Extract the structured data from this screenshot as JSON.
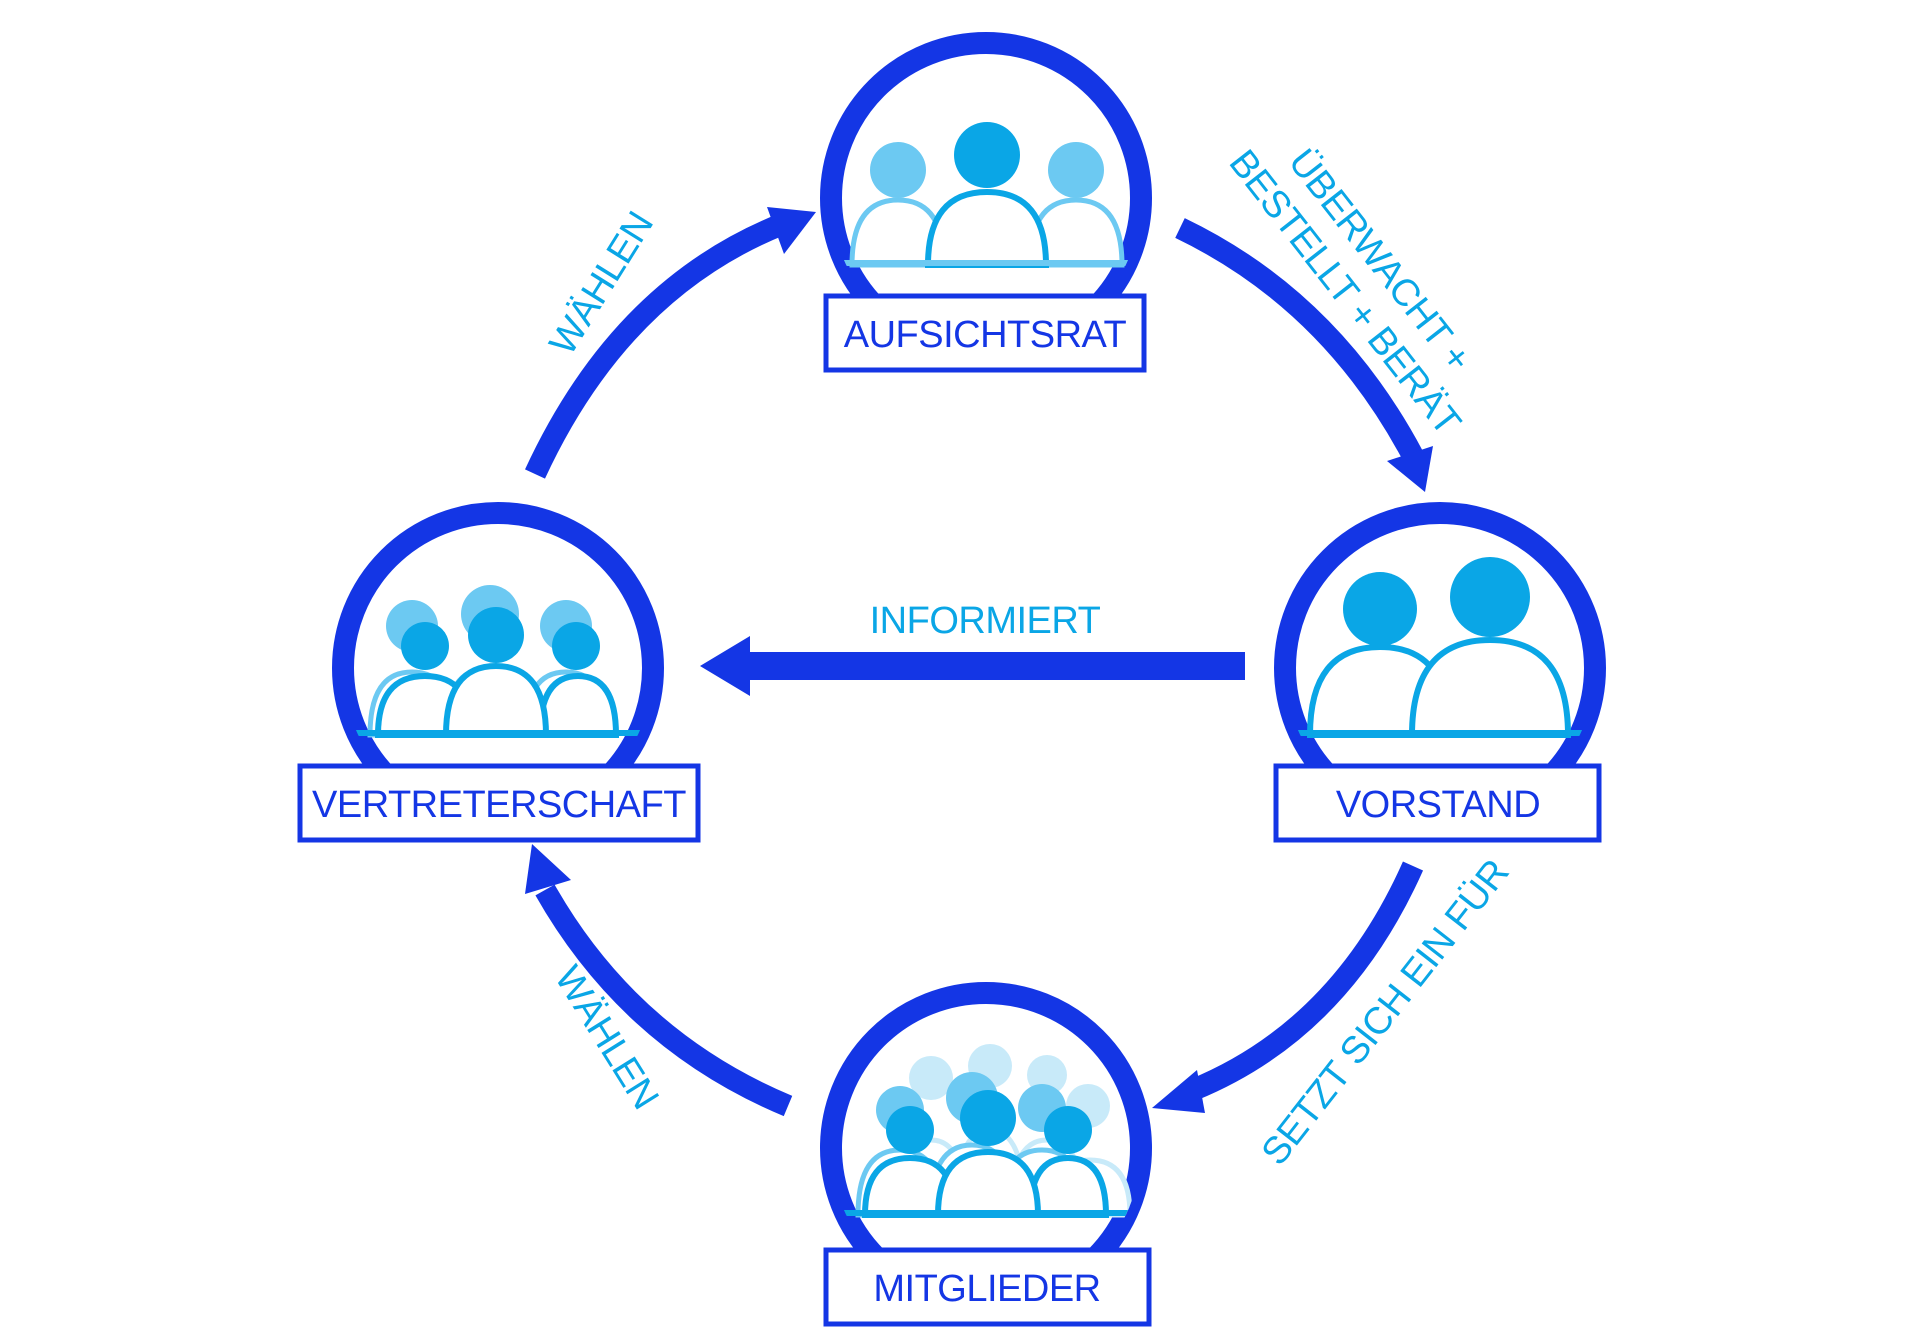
{
  "colors": {
    "primary": "#1436E5",
    "person_dark": "#0AA6E6",
    "person_mid": "#6CC9F2",
    "person_light": "#C8EAF9",
    "background": "#FFFFFF"
  },
  "nodes": {
    "aufsichtsrat": {
      "label": "AUFSICHTSRAT"
    },
    "vorstand": {
      "label": "VORSTAND"
    },
    "vertreterschaft": {
      "label": "VERTRETERSCHAFT"
    },
    "mitglieder": {
      "label": "MITGLIEDER"
    }
  },
  "edges": {
    "waehlen_top": {
      "label": "WÄHLEN",
      "from": "vertreterschaft",
      "to": "aufsichtsrat"
    },
    "ueberwacht": {
      "line1": "ÜBERWACHT +",
      "line2": "BESTELLT + BERÄT",
      "from": "aufsichtsrat",
      "to": "vorstand"
    },
    "informiert": {
      "label": "INFORMIERT",
      "from": "vorstand",
      "to": "vertreterschaft"
    },
    "setzt": {
      "label": "SETZT SICH EIN FÜR",
      "from": "vorstand",
      "to": "mitglieder"
    },
    "waehlen_bottom": {
      "label": "WÄHLEN",
      "from": "mitglieder",
      "to": "vertreterschaft"
    }
  }
}
